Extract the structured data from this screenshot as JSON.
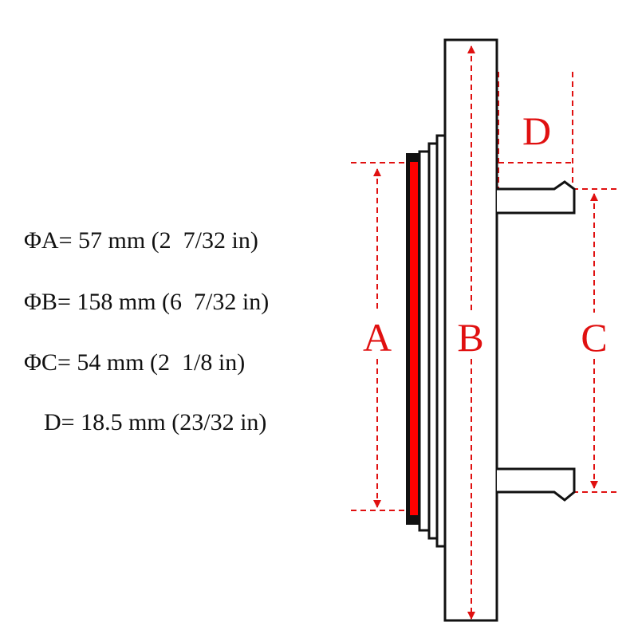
{
  "specs": {
    "a": "ΦA= 57 mm (2  7/32 in)",
    "b": "ΦB= 158 mm (6  7/32 in)",
    "c": "ΦC= 54 mm (2  1/8 in)",
    "d": "D= 18.5 mm (23/32 in)"
  },
  "diagram": {
    "labels": {
      "a": "A",
      "b": "B",
      "c": "C",
      "d": "D"
    },
    "colors": {
      "outline": "#111111",
      "dimension": "#e01010",
      "gasket": "#ff0000"
    }
  }
}
